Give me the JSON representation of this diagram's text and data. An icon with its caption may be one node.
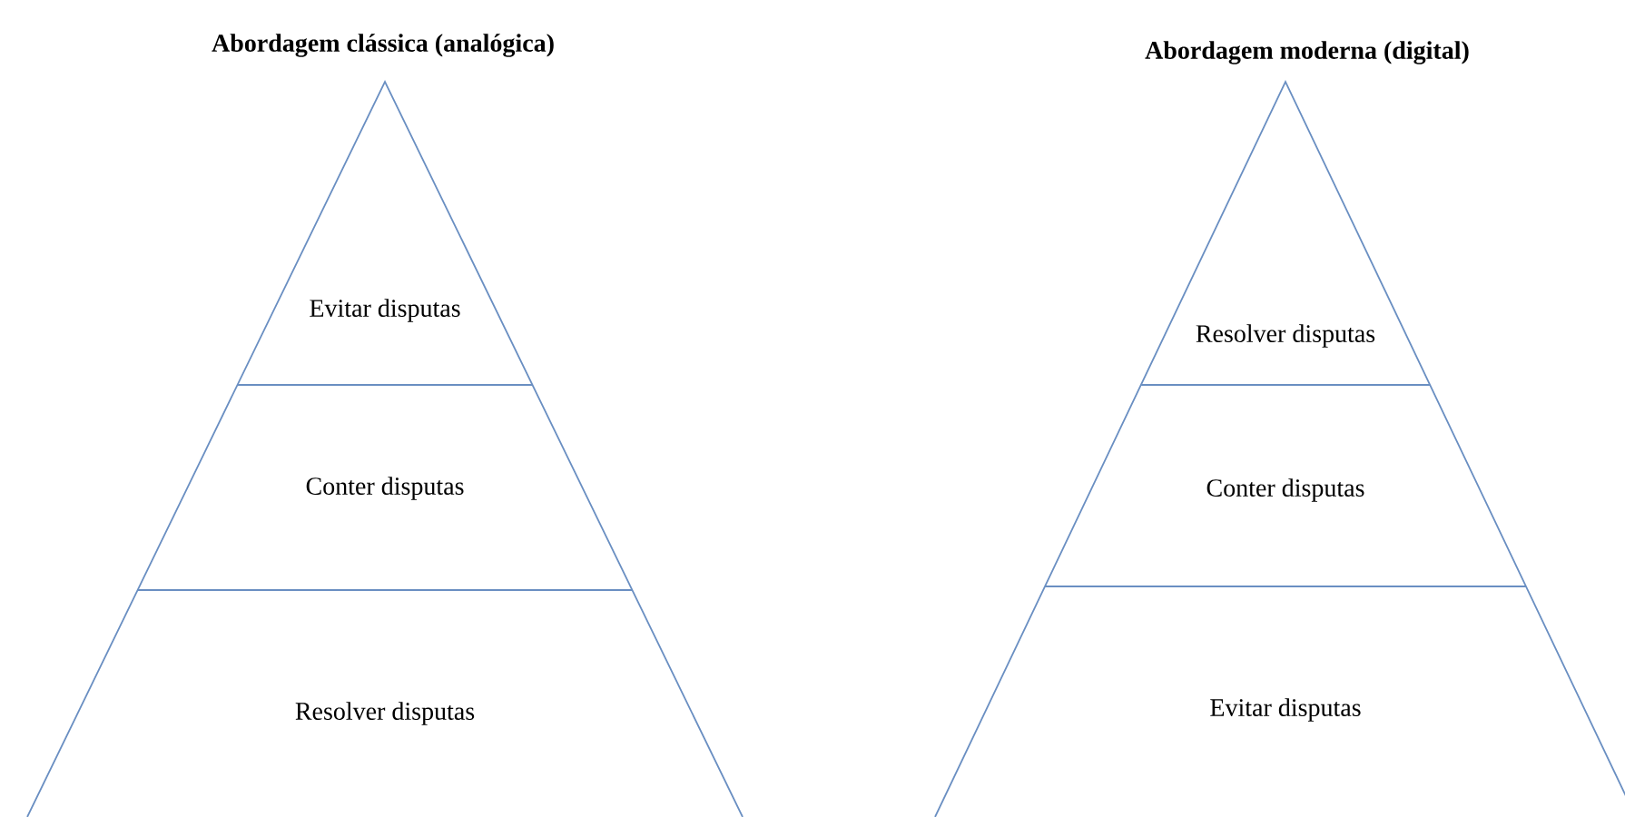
{
  "diagram": {
    "nodes": [
      {
        "text": [
          "Abordagem clássica (analógica)"
        ]
      },
      {
        "text": [
          "Evitar disputas"
        ],
        "in": 0
      },
      {
        "text": [
          "Conter disputas"
        ],
        "in": 0
      },
      {
        "text": [
          "Resolver disputas"
        ],
        "in": 0
      },
      {
        "text": [
          "Abordagem moderna (digital)"
        ]
      },
      {
        "text": [
          "Resolver disputas"
        ],
        "in": 4
      },
      {
        "text": [
          "Conter disputas"
        ],
        "in": 4
      },
      {
        "text": [
          "Evitar disputas"
        ],
        "in": 4
      }
    ]
  }
}
